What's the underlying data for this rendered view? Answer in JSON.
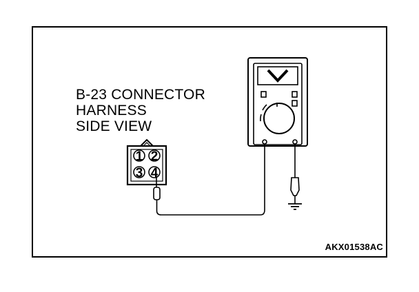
{
  "connector": {
    "label_lines": [
      "B-23 CONNECTOR",
      "HARNESS",
      "SIDE VIEW"
    ],
    "pins": [
      "1",
      "2",
      "3",
      "4"
    ]
  },
  "diagram_code": "AKX01538AC",
  "icons": {
    "meter": "voltmeter-icon",
    "ground": "ground-icon",
    "probe": "test-probe-icon"
  },
  "colors": {
    "line": "#000000",
    "background": "#ffffff"
  }
}
